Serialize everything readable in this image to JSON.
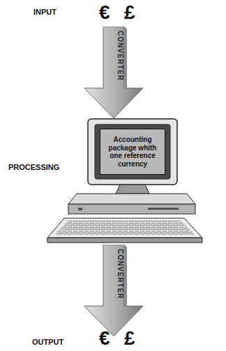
{
  "diagram": {
    "nodes": [
      {
        "text": [
          "CONVERTER"
        ]
      },
      {
        "text": [
          "Accounting package whith one reference currency"
        ]
      },
      {
        "text": [
          "CONVERTER"
        ]
      }
    ],
    "labels": [
      "INPUT",
      "€",
      "£",
      "PROCESSING",
      "OUTPUT",
      "€",
      "£"
    ]
  }
}
